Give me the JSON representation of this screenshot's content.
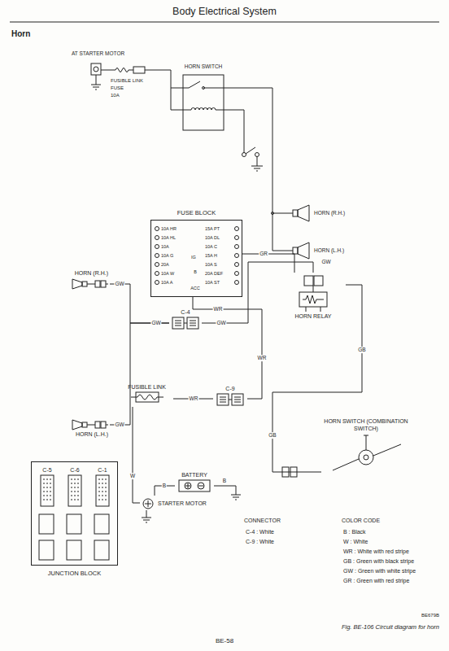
{
  "diagram": {
    "title": "Body Electrical System",
    "caption": "Fig. BE-106 Circuit diagram for horn",
    "nodes": [
      {
        "text": [
          "FUSE BLOCK"
        ]
      },
      {
        "text": [
          "HORN RELAY"
        ]
      },
      {
        "text": [
          "HORN (R.H.)"
        ]
      },
      {
        "text": [
          "HORN (L.H.)"
        ]
      },
      {
        "text": [
          "C-4"
        ]
      },
      {
        "text": [
          "C-9"
        ]
      },
      {
        "text": [
          "FUSIBLE LINK"
        ]
      },
      {
        "text": [
          "HORN SWITCH (COMBINATION SWITCH)"
        ]
      },
      {
        "text": [
          "BATTERY"
        ]
      },
      {
        "text": [
          "STARTER MOTOR"
        ]
      },
      {
        "text": [
          "JUNCTION BLOCK"
        ]
      },
      {
        "text": [
          "C-5"
        ],
        "in": 10
      },
      {
        "text": [
          "C-6"
        ],
        "in": 10
      },
      {
        "text": [
          "C-1"
        ],
        "in": 10
      }
    ],
    "edges": [
      {
        "from": 2,
        "to": 4,
        "arrow": "none",
        "label": "GW"
      },
      {
        "from": 3,
        "to": 4,
        "arrow": "none",
        "label": "GW"
      },
      {
        "from": 4,
        "to": 1,
        "arrow": "none",
        "label": "GW"
      },
      {
        "from": 0,
        "to": 1,
        "arrow": "none",
        "label": "GR"
      },
      {
        "from": 0,
        "to": 5,
        "arrow": "none",
        "label": "WR"
      },
      {
        "from": 5,
        "to": 6,
        "arrow": "none",
        "label": "WR"
      },
      {
        "from": 6,
        "to": 9,
        "arrow": "none",
        "label": "W"
      },
      {
        "from": 8,
        "to": 9,
        "arrow": "none",
        "label": "B"
      },
      {
        "from": 1,
        "to": 7,
        "arrow": "none",
        "label": "GB"
      }
    ],
    "labels": [
      "Horn",
      "AT STARTER MOTOR",
      "FUSIBLE LINK",
      "FUSE",
      "10A",
      "HORN SWITCH",
      "HORN (R.H.)",
      "HORN (L.H.)",
      "10A HR",
      "10A HL",
      "10A",
      "10A G",
      "20A",
      "10A W",
      "10A A",
      "15A PT",
      "10A DL",
      "10A C",
      "15A H",
      "10A S",
      "20A DEF",
      "10A ST",
      "IG",
      "B",
      "ACC",
      "GW",
      "GW",
      "WR",
      "GB",
      "B",
      "CONNECTOR",
      "COLOR CODE",
      "C-4 : White",
      "C-9 : White",
      "B : Black",
      "W : White",
      "WR : White with red stripe",
      "GB : Green with black stripe",
      "GW : Green with white stripe",
      "GR : Green with red stripe",
      "BE679B",
      "BE-58"
    ]
  }
}
